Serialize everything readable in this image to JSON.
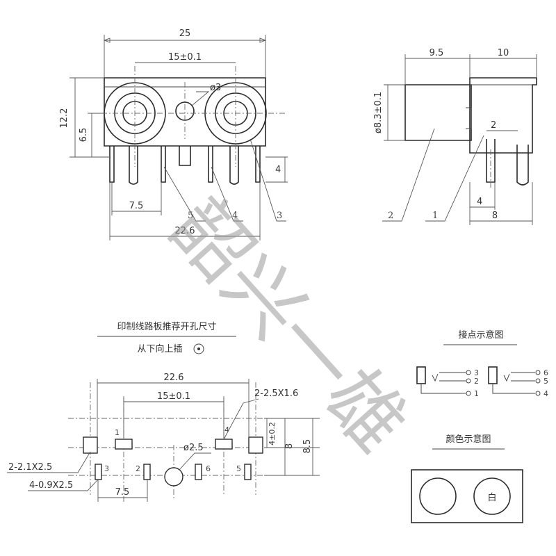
{
  "front_view": {
    "dim_total_width": "25",
    "dim_pitch": "15±0.1",
    "dim_hole": "ø3",
    "dim_height": "12.2",
    "dim_center_height": "6.5",
    "dim_pin_len": "4",
    "dim_pin_offset": "7.5",
    "dim_pin_span": "22.6",
    "callout_5": "5",
    "callout_4": "4",
    "callout_3": "3"
  },
  "side_view": {
    "dim_front": "9.5",
    "dim_back": "10",
    "dim_diameter": "ø8.3±0.1",
    "dim_pin_gap": "2",
    "dim_pin_pos": "4",
    "dim_body_depth": "8",
    "callout_2": "2",
    "callout_1": "1"
  },
  "pcb_layout": {
    "title": "印制线路板推荐开孔尺寸",
    "subtitle": "从下向上插",
    "dim_total": "22.6",
    "dim_pitch": "15±0.1",
    "dim_slot_top": "2-2.5X1.6",
    "dim_slot_left": "2-2.1X2.5",
    "dim_slot_small": "4-0.9X2.5",
    "dim_hole": "ø2.5",
    "dim_offset": "7.5",
    "dim_row_gap": "4±0.2",
    "dim_h8": "8",
    "dim_h85": "8.5",
    "pin_1": "1",
    "pin_2": "2",
    "pin_3": "3",
    "pin_4": "4",
    "pin_5": "5",
    "pin_6": "6"
  },
  "contacts": {
    "title": "接点示意图",
    "left_pins": [
      "3",
      "2",
      "1"
    ],
    "right_pins": [
      "6",
      "5",
      "4"
    ]
  },
  "colors": {
    "title": "颜色示意图",
    "right_label": "白"
  },
  "watermark": "韶兴一雄"
}
